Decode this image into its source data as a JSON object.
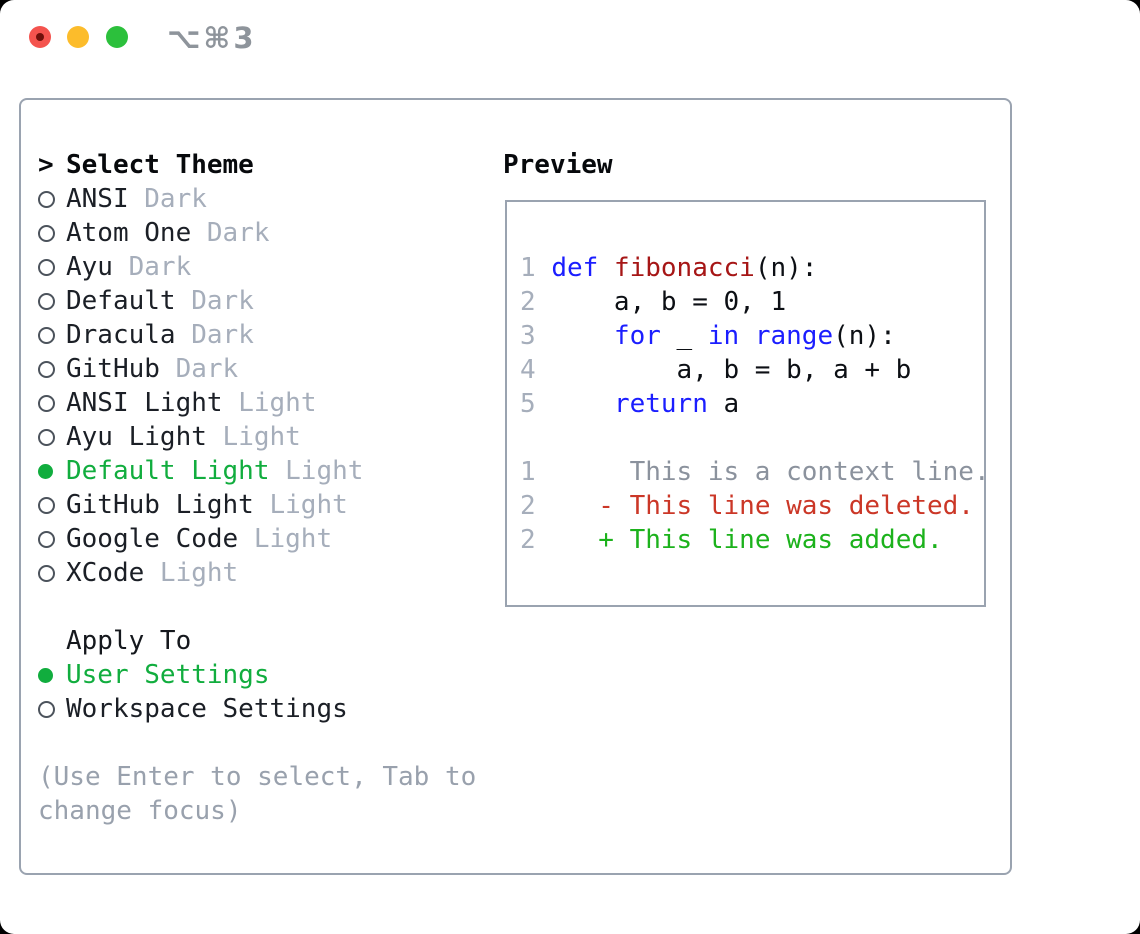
{
  "titlebar": {
    "shortcut": "⌥⌘3"
  },
  "theme_panel": {
    "header": {
      "prefix": ">",
      "label": "Select Theme"
    },
    "themes": [
      {
        "name": "ANSI",
        "variant": "Dark",
        "selected": false
      },
      {
        "name": "Atom One",
        "variant": "Dark",
        "selected": false
      },
      {
        "name": "Ayu",
        "variant": "Dark",
        "selected": false
      },
      {
        "name": "Default",
        "variant": "Dark",
        "selected": false
      },
      {
        "name": "Dracula",
        "variant": "Dark",
        "selected": false
      },
      {
        "name": "GitHub",
        "variant": "Dark",
        "selected": false
      },
      {
        "name": "ANSI Light",
        "variant": "Light",
        "selected": false
      },
      {
        "name": "Ayu Light",
        "variant": "Light",
        "selected": false
      },
      {
        "name": "Default Light",
        "variant": "Light",
        "selected": true
      },
      {
        "name": "GitHub Light",
        "variant": "Light",
        "selected": false
      },
      {
        "name": "Google Code",
        "variant": "Light",
        "selected": false
      },
      {
        "name": "XCode",
        "variant": "Light",
        "selected": false
      }
    ],
    "apply_to": {
      "label": "Apply To",
      "options": [
        {
          "label": "User Settings",
          "selected": true
        },
        {
          "label": "Workspace Settings",
          "selected": false
        }
      ]
    },
    "help_lines": [
      "(Use Enter to select, Tab to",
      "change focus)"
    ]
  },
  "preview": {
    "title": "Preview",
    "lines": [
      [
        {
          "t": "1 ",
          "c": "num"
        },
        {
          "t": "def",
          "c": "kw"
        },
        {
          "t": " ",
          "c": "pl"
        },
        {
          "t": "fibonacci",
          "c": "fn"
        },
        {
          "t": "(n):",
          "c": "pl"
        }
      ],
      [
        {
          "t": "2 ",
          "c": "num"
        },
        {
          "t": "    a, b = 0, 1",
          "c": "pl"
        }
      ],
      [
        {
          "t": "3 ",
          "c": "num"
        },
        {
          "t": "    ",
          "c": "pl"
        },
        {
          "t": "for",
          "c": "kw"
        },
        {
          "t": " _ ",
          "c": "pl"
        },
        {
          "t": "in",
          "c": "kw"
        },
        {
          "t": " ",
          "c": "pl"
        },
        {
          "t": "range",
          "c": "kw"
        },
        {
          "t": "(n):",
          "c": "pl"
        }
      ],
      [
        {
          "t": "4 ",
          "c": "num"
        },
        {
          "t": "        a, b = b, a + b",
          "c": "pl"
        }
      ],
      [
        {
          "t": "5 ",
          "c": "num"
        },
        {
          "t": "    ",
          "c": "pl"
        },
        {
          "t": "return",
          "c": "kw"
        },
        {
          "t": " a",
          "c": "pl"
        }
      ],
      [],
      [
        {
          "t": "1 ",
          "c": "num"
        },
        {
          "t": "     This is a context line.",
          "c": "ctx"
        }
      ],
      [
        {
          "t": "2 ",
          "c": "num"
        },
        {
          "t": "   ",
          "c": "pl"
        },
        {
          "t": "- This line was deleted.",
          "c": "del"
        }
      ],
      [
        {
          "t": "2 ",
          "c": "num"
        },
        {
          "t": "   ",
          "c": "pl"
        },
        {
          "t": "+ This line was added.",
          "c": "add"
        }
      ]
    ]
  },
  "colors": {
    "selection_green": "#11ad3e",
    "added_green": "#1cb21c",
    "deleted_red": "#cb3727",
    "keyword_blue": "#1b1eff",
    "function_red": "#a61616",
    "muted_gray": "#a6aebb",
    "help_gray": "#99a1ad",
    "border_gray": "#9aa3b0",
    "traffic_red": "#f4534e",
    "traffic_yellow": "#fcbc2b",
    "traffic_green": "#2cc03c"
  }
}
